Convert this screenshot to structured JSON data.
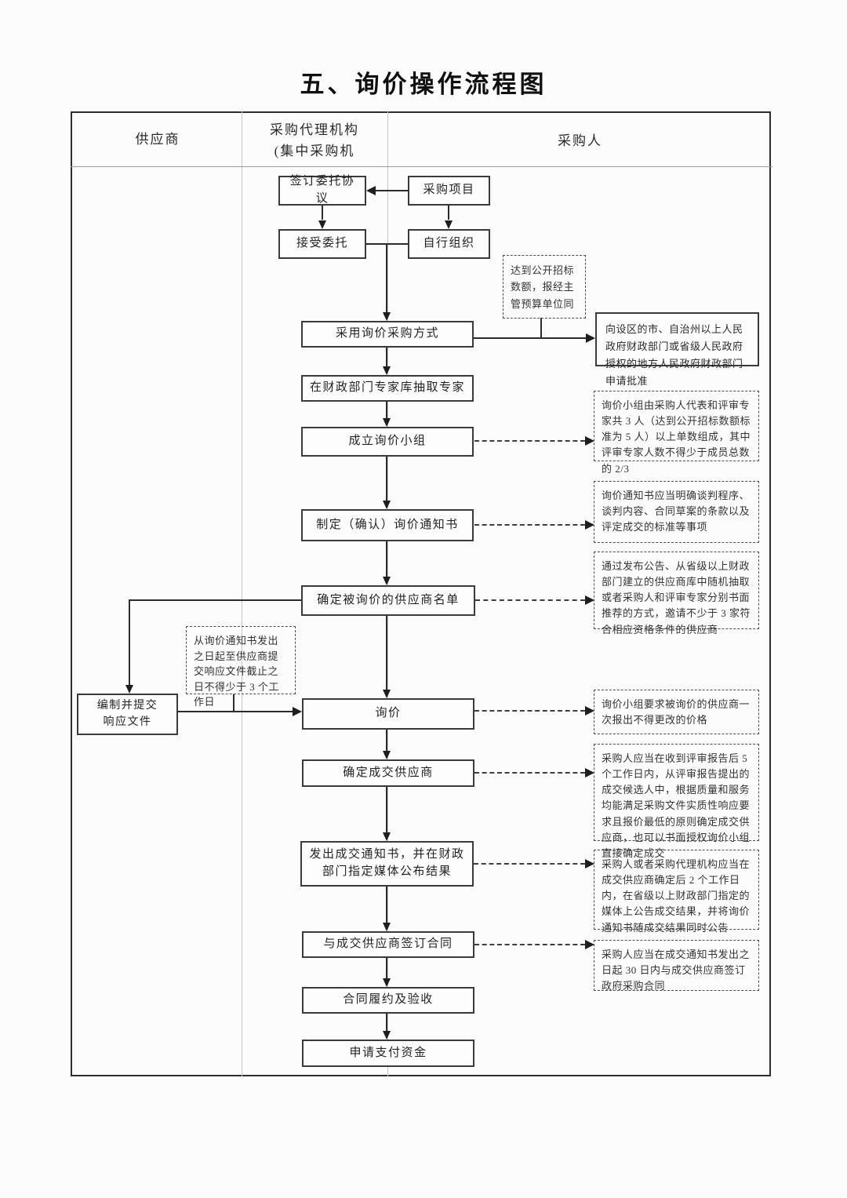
{
  "title": "五、询价操作流程图",
  "lanes": {
    "supplier": "供应商",
    "agency_line1": "采购代理机构",
    "agency_line2": "(集中采购机",
    "purchaser": "采购人"
  },
  "nodes": {
    "sign_agreement": "签订委托协议",
    "procurement_project": "采购项目",
    "accept_entrustment": "接受委托",
    "self_organize": "自行组织",
    "adopt_inquiry_method": "采用询价采购方式",
    "extract_experts": "在财政部门专家库抽取专家",
    "form_inquiry_group": "成立询价小组",
    "make_inquiry_notice": "制定（确认）询价通知书",
    "determine_supplier_list": "确定被询价的供应商名单",
    "prepare_response_line1": "编制并提交",
    "prepare_response_line2": "响应文件",
    "inquiry": "询价",
    "determine_deal_supplier": "确定成交供应商",
    "issue_deal_notice": "发出成交通知书，并在财政部门指定媒体公布结果",
    "sign_contract": "与成交供应商签订合同",
    "contract_performance": "合同履约及验收",
    "apply_payment": "申请支付资金"
  },
  "annotations": {
    "open_bid_threshold": "达到公开招标数额，报经主管预算单位同",
    "apply_approval": "向设区的市、自治州以上人民政府财政部门或省级人民政府授权的地方人民政府财政部门申请批准",
    "group_composition": "询价小组由采购人代表和评审专家共 3 人（达到公开招标数额标准为 5 人）以上单数组成，其中评审专家人数不得少于成员总数的 2/3",
    "notice_requirements": "询价通知书应当明确谈判程序、谈判内容、合同草案的条款以及评定成交的标准等事项",
    "supplier_invitation": "通过发布公告、从省级以上财政部门建立的供应商库中随机抽取或者采购人和评审专家分别书面推荐的方式，邀请不少于 3 家符合相应资格条件的供应商",
    "response_deadline": "从询价通知书发出之日起至供应商提交响应文件截止之日不得少于 3 个工作日",
    "single_quote_rule": "询价小组要求被询价的供应商一次报出不得更改的价格",
    "deal_determination_rule": "采购人应当在收到评审报告后 5 个工作日内，从评审报告提出的成交候选人中，根据质量和服务均能满足采购文件实质性响应要求且报价最低的原则确定成交供应商，也可以书面授权询价小组直接确定成交",
    "result_announcement": "采购人或者采购代理机构应当在成交供应商确定后 2 个工作日内，在省级以上财政部门指定的媒体上公告成交结果，并将询价通知书随成交结果同时公告",
    "contract_deadline": "采购人应当在成交通知书发出之日起 30 日内与成交供应商签订政府采购合同"
  }
}
